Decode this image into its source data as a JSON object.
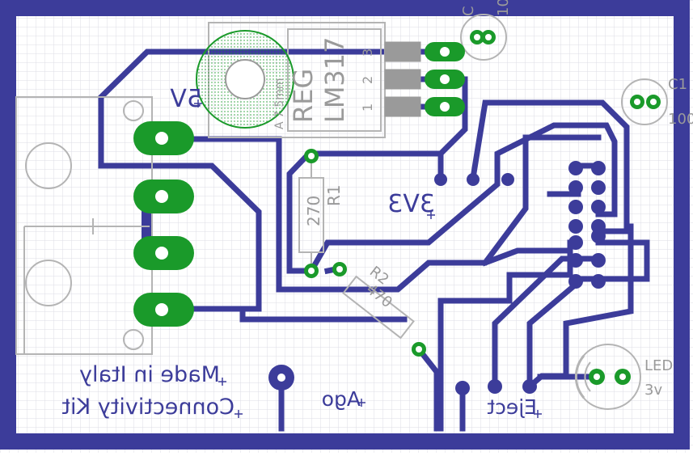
{
  "colors": {
    "background": "#ffffff",
    "grid": "#dcdce6",
    "trace": "#3c3c9a",
    "pad": "#1a9a2a",
    "drill": "#ffffff",
    "silkscreen": "#b4b4b4",
    "component_outline": "#9a9a9a",
    "regulator_heatsink_fill": "#1a9a2a"
  },
  "labels": {
    "label_5v": "5V",
    "label_3v3": "3V3",
    "made_in": "Made in Italy",
    "connectivity_kit": "Connectivity Kit",
    "ago": "Ago",
    "eject": "Eject",
    "reg": "REG",
    "lm317": "LM317",
    "hole_size": "A 7.5mm",
    "pin1": "1",
    "pin2": "2",
    "pin3": "3",
    "r1_name": "R1",
    "r1_value": "270",
    "r2_name": "R2",
    "r2_value": "470",
    "c_top": "C",
    "c_top_val": "10",
    "c1_name": "C1",
    "c1_val": "100",
    "led_name": "LED",
    "led_val": "3v"
  },
  "icons": {
    "connector": "usb-connector-icon",
    "led": "led-icon",
    "capacitor": "capacitor-icon",
    "resistor": "resistor-icon",
    "regulator": "voltage-regulator-icon"
  }
}
